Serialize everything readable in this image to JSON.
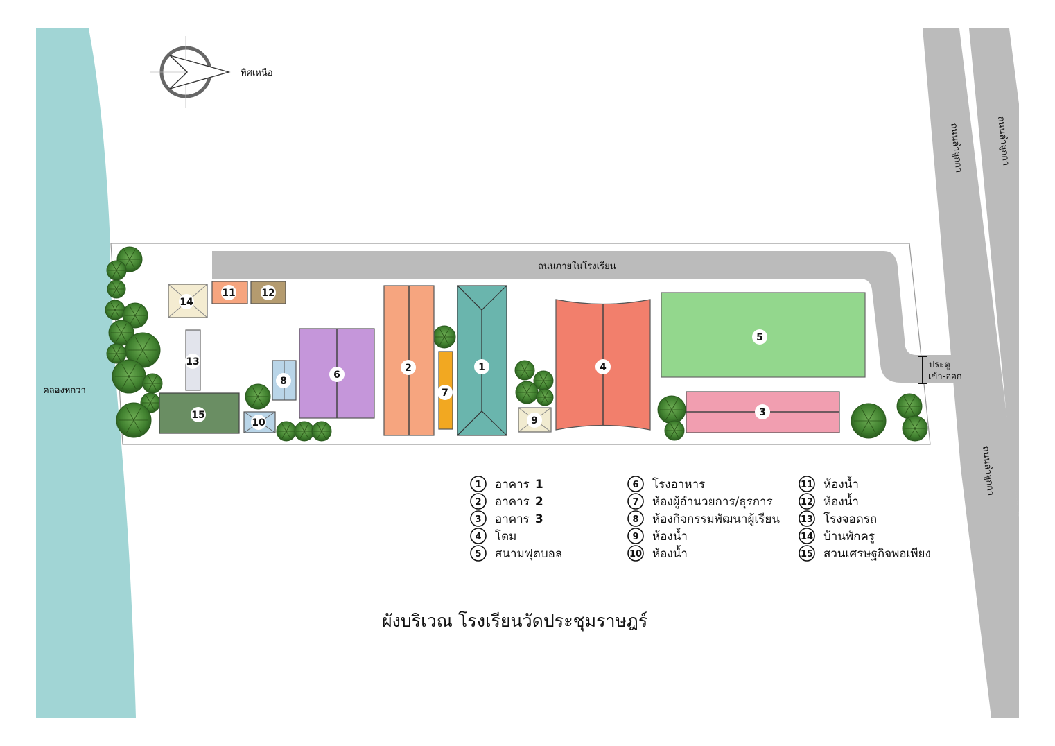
{
  "map": {
    "title": "ผังบริเวณ โรงเรียนวัดประชุมราษฎร์",
    "north_label": "ทิศเหนือ",
    "canal_label": "คลองหกวา",
    "inner_road_label": "ถนนภายในโรงเรียน",
    "main_road_labels": [
      "ถนนลำลูกกา",
      "ถนนลำลูกกา",
      "ถนนลำลูกกา"
    ],
    "gate_label_1": "ประตู",
    "gate_label_2": "เข้า-ออก",
    "buildings": [
      {
        "num": "1",
        "color": "#6ab5ad"
      },
      {
        "num": "2",
        "color": "#f6a57f"
      },
      {
        "num": "3",
        "color": "#f19eb0"
      },
      {
        "num": "4",
        "color": "#f27f6c"
      },
      {
        "num": "5",
        "color": "#93d78d"
      },
      {
        "num": "6",
        "color": "#c596da"
      },
      {
        "num": "7",
        "color": "#f2a821"
      },
      {
        "num": "8",
        "color": "#b9d5e8"
      },
      {
        "num": "9",
        "color": "#f1ebd0"
      },
      {
        "num": "10",
        "color": "#b9d5e8"
      },
      {
        "num": "11",
        "color": "#f6a57f"
      },
      {
        "num": "12",
        "color": "#b49b6f"
      },
      {
        "num": "13",
        "color": "#e2e4ec"
      },
      {
        "num": "14",
        "color": "#f4ecd1"
      },
      {
        "num": "15",
        "color": "#6a8e63"
      }
    ],
    "legend": [
      {
        "num": "1",
        "name": "อาคาร",
        "suffix": "1"
      },
      {
        "num": "2",
        "name": "อาคาร",
        "suffix": "2"
      },
      {
        "num": "3",
        "name": "อาคาร",
        "suffix": "3"
      },
      {
        "num": "4",
        "name": "โดม",
        "suffix": ""
      },
      {
        "num": "5",
        "name": "สนามฟุตบอล",
        "suffix": ""
      },
      {
        "num": "6",
        "name": "โรงอาหาร",
        "suffix": ""
      },
      {
        "num": "7",
        "name": "ห้องผู้อำนวยการ/ธุรการ",
        "suffix": ""
      },
      {
        "num": "8",
        "name": "ห้องกิจกรรมพัฒนาผู้เรียน",
        "suffix": ""
      },
      {
        "num": "9",
        "name": "ห้องน้ำ",
        "suffix": ""
      },
      {
        "num": "10",
        "name": "ห้องน้ำ",
        "suffix": ""
      },
      {
        "num": "11",
        "name": "ห้องน้ำ",
        "suffix": ""
      },
      {
        "num": "12",
        "name": "ห้องน้ำ",
        "suffix": ""
      },
      {
        "num": "13",
        "name": "โรงจอดรถ",
        "suffix": ""
      },
      {
        "num": "14",
        "name": "บ้านพักครู",
        "suffix": ""
      },
      {
        "num": "15",
        "name": "สวนเศรษฐกิจพอเพียง",
        "suffix": ""
      }
    ],
    "colors": {
      "canal": "#a1d5d5",
      "road": "#bbbbbb",
      "tree": "#4d8a3a",
      "tree_dark": "#2f5f22"
    }
  }
}
